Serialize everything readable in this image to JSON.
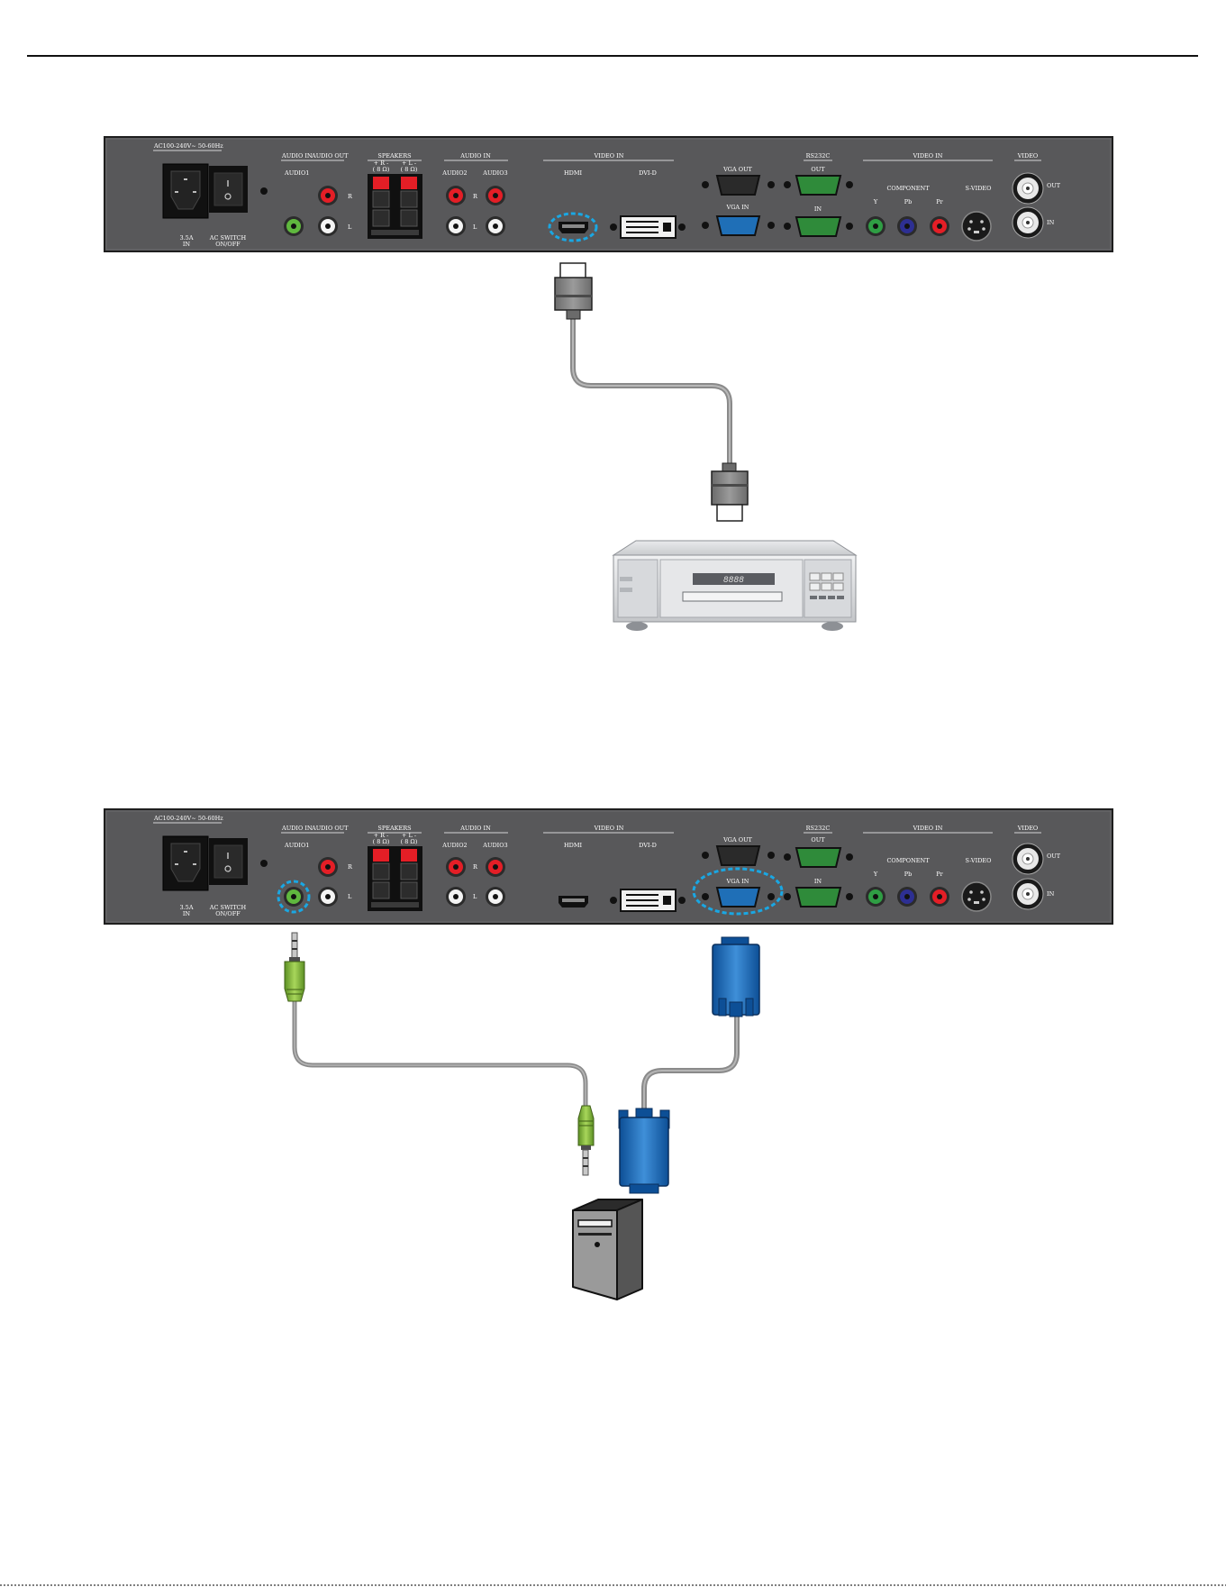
{
  "colors": {
    "panel": "#58585a",
    "panel_edge": "#1e1e1e",
    "highlight": "#1aa7e3",
    "red": "#e41e26",
    "white": "#f4f4f4",
    "green_jack": "#5fb83e",
    "blue_jack": "#2d2f92",
    "vga_blue": "#1f6fb7",
    "rs232_green": "#2f8b3a",
    "cable_gray": "#8a8a8a",
    "audio_plug": "#8dc63f"
  },
  "panel_labels": {
    "power": "AC100-240V~ 50-60Hz",
    "fuse_line1": "3.5A",
    "fuse_line2": "IN",
    "switch_line1": "AC SWITCH",
    "switch_line2": "ON/OFF",
    "audio_in": "AUDIO IN",
    "audio_out": "AUDIO OUT",
    "audio1": "AUDIO1",
    "speakers": "SPEAKERS",
    "spk_r": "+ R -",
    "spk_l": "+ L -",
    "spk_ohm": "( 8 Ω)",
    "audio_in2": "AUDIO IN",
    "audio2": "AUDIO2",
    "audio3": "AUDIO3",
    "ch_r": "R",
    "ch_l": "L",
    "video_in": "VIDEO IN",
    "hdmi": "HDMI",
    "dvi": "DVI-D",
    "vga_out": "VGA OUT",
    "vga_in": "VGA IN",
    "rs232c": "RS232C",
    "rs_out": "OUT",
    "rs_in": "IN",
    "video_in2": "VIDEO IN",
    "component": "COMPONENT",
    "comp_y": "Y",
    "comp_pb": "Pb",
    "comp_pr": "Pr",
    "svideo": "S-VIDEO",
    "video": "VIDEO",
    "video_out": "OUT",
    "video_in3": "IN"
  },
  "dvd_display": "8888",
  "icons": [
    "dvd-player-icon",
    "pc-tower-icon",
    "hdmi-plug-icon",
    "vga-plug-icon",
    "audio-plug-icon",
    "power-socket-icon",
    "power-switch-icon"
  ]
}
